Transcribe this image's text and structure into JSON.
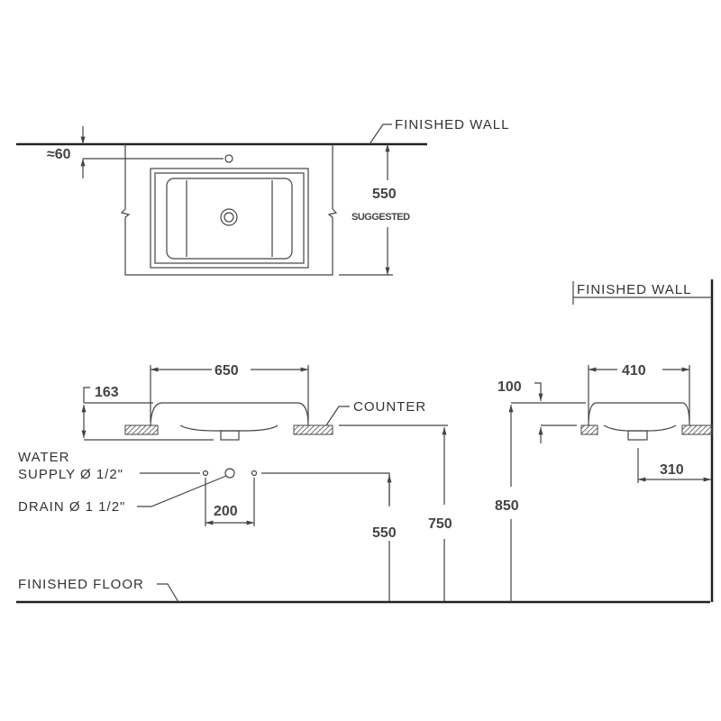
{
  "top_view": {
    "finished_wall_label": "FINISHED WALL",
    "tap_offset": "≈60",
    "depth_value": "550",
    "depth_note": "SUGGESTED"
  },
  "front_view": {
    "width": "650",
    "height": "163",
    "counter_label": "COUNTER",
    "water_supply_line1": "WATER",
    "water_supply_line2": "SUPPLY Ø 1/2\"",
    "drain_label": "DRAIN Ø 1 1/2\"",
    "supply_spacing": "200",
    "supply_height": "550",
    "counter_height": "750",
    "finished_floor_label": "FINISHED FLOOR"
  },
  "side_view": {
    "finished_wall_label": "FINISHED WALL",
    "depth": "410",
    "rim_height": "100",
    "rim_total_height": "850",
    "drain_offset": "310"
  }
}
